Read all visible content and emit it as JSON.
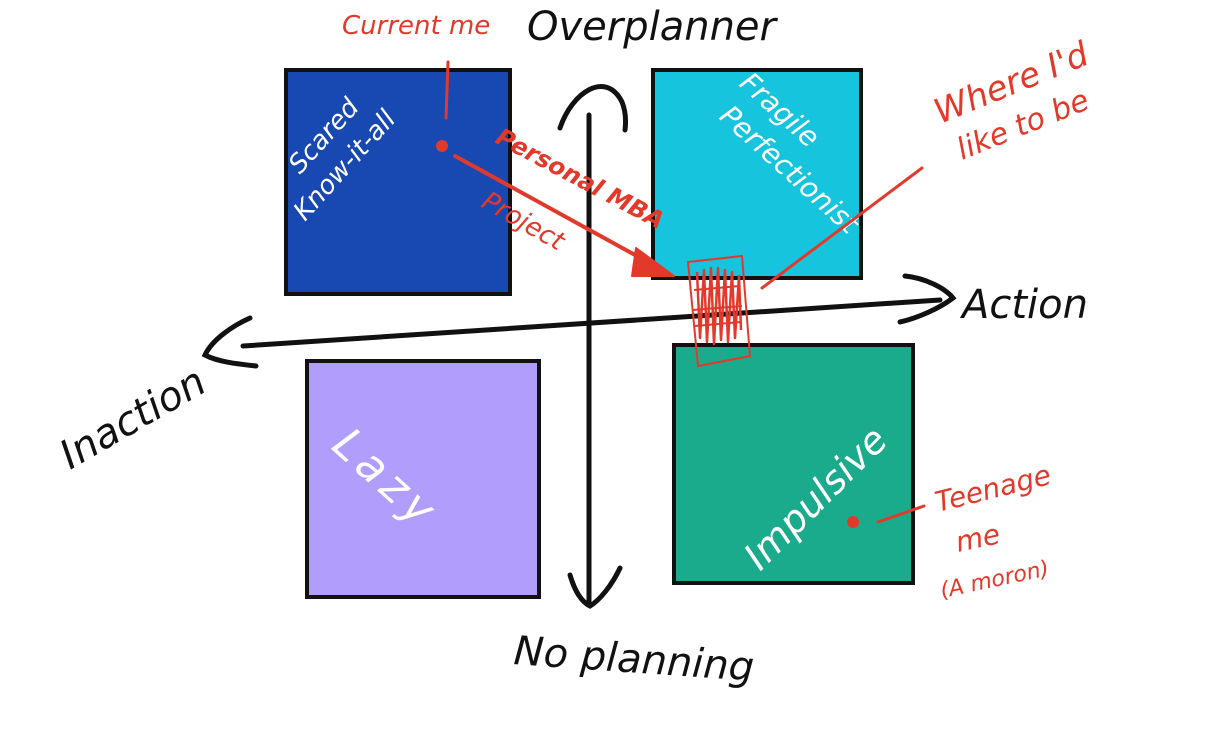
{
  "axes": {
    "top": "Overplanner",
    "bottom": "No planning",
    "left": "Inaction",
    "right": "Action"
  },
  "quadrants": {
    "top_left": {
      "label_line1": "Scared",
      "label_line2": "Know-it-all",
      "color": "#1848b2"
    },
    "top_right": {
      "label_line1": "Fragile",
      "label_line2": "Perfectionist",
      "color": "#16c4de"
    },
    "bottom_left": {
      "label": "Lazy",
      "color": "#b09dfc"
    },
    "bottom_right": {
      "label": "Impulsive",
      "color": "#1aab8c"
    }
  },
  "annotations": {
    "current_me": "Current me",
    "where_id_like": {
      "line1": "Where I'd",
      "line2": "like to be"
    },
    "teenage_me": {
      "line1": "Teenage",
      "line2": "me",
      "line3": "(A moron)"
    },
    "arrow_label": {
      "line1": "Personal MBA",
      "line2": "Project"
    }
  },
  "colors": {
    "ink": "#111111",
    "annotation": "#e3392b",
    "box_border": "#111111"
  }
}
